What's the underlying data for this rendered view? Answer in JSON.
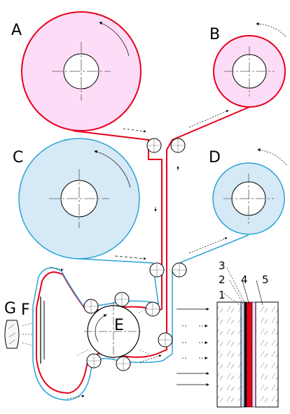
{
  "labels": {
    "A": "A",
    "B": "B",
    "C": "C",
    "D": "D",
    "E": "E",
    "F": "F",
    "G": "G",
    "n1": "1",
    "n2": "2",
    "n3": "3",
    "n4": "4",
    "n5": "5"
  },
  "colors": {
    "red_film": "#e8001c",
    "blue_film": "#29a3d9",
    "reel_pink": "#fddcf7",
    "reel_blue": "#d6e9f6",
    "glass_layer": "#c8d7f0",
    "interlayer_red": "#e8001c",
    "interlayer_pink": "#fddcf7"
  }
}
